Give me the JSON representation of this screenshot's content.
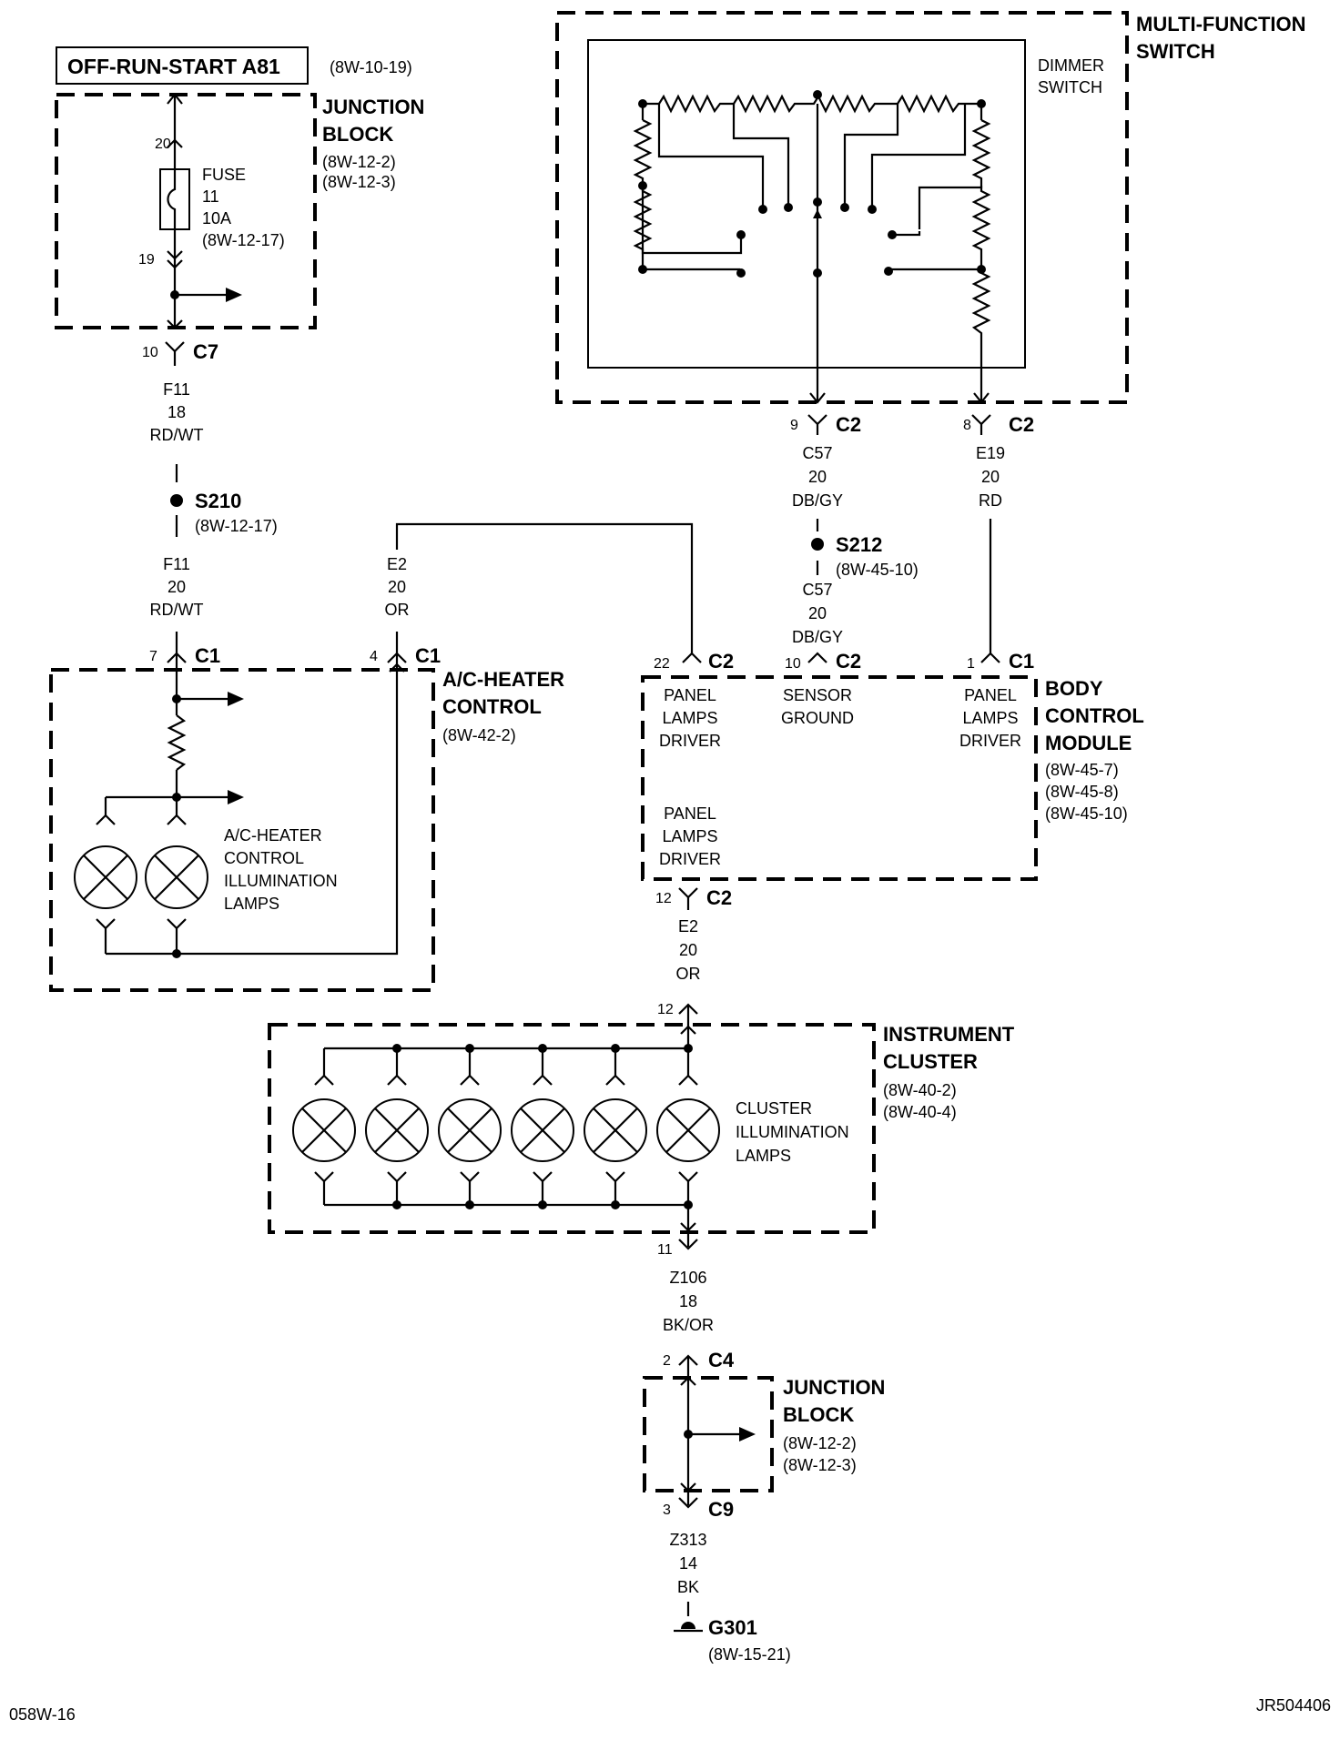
{
  "ignition": {
    "title": "OFF-RUN-START A81",
    "ref": "(8W-10-19)"
  },
  "junction_block_top": {
    "title_1": "JUNCTION",
    "title_2": "BLOCK",
    "ref_1": "(8W-12-2)",
    "ref_2": "(8W-12-3)",
    "pin_in": "20",
    "pin_out": "19",
    "fuse_1": "FUSE",
    "fuse_2": "11",
    "fuse_3": "10A",
    "fuse_4": "(8W-12-17)",
    "out_pin": "10",
    "out_conn": "C7"
  },
  "wire_f11_a": {
    "circuit": "F11",
    "gauge": "18",
    "color": "RD/WT"
  },
  "splice_s210": {
    "name": "S210",
    "ref": "(8W-12-17)"
  },
  "wire_f11_b": {
    "circuit": "F11",
    "gauge": "20",
    "color": "RD/WT"
  },
  "wire_e2_a": {
    "circuit": "E2",
    "gauge": "20",
    "color": "OR"
  },
  "ac_heater": {
    "title_1": "A/C-HEATER",
    "title_2": "CONTROL",
    "ref": "(8W-42-2)",
    "pin_1": "7",
    "conn_1": "C1",
    "pin_2": "4",
    "conn_2": "C1",
    "lamps_1": "A/C-HEATER",
    "lamps_2": "CONTROL",
    "lamps_3": "ILLUMINATION",
    "lamps_4": "LAMPS"
  },
  "multifunction": {
    "title_1": "MULTI-FUNCTION",
    "title_2": "SWITCH",
    "dimmer_1": "DIMMER",
    "dimmer_2": "SWITCH",
    "pin_a": "9",
    "conn_a": "C2",
    "pin_b": "8",
    "conn_b": "C2"
  },
  "wire_c57_a": {
    "circuit": "C57",
    "gauge": "20",
    "color": "DB/GY"
  },
  "wire_e19": {
    "circuit": "E19",
    "gauge": "20",
    "color": "RD"
  },
  "splice_s212": {
    "name": "S212",
    "ref": "(8W-45-10)"
  },
  "wire_c57_b": {
    "circuit": "C57",
    "gauge": "20",
    "color": "DB/GY"
  },
  "bcm": {
    "title_1": "BODY",
    "title_2": "CONTROL",
    "title_3": "MODULE",
    "ref_1": "(8W-45-7)",
    "ref_2": "(8W-45-8)",
    "ref_3": "(8W-45-10)",
    "pin_22": "22",
    "conn_22": "C2",
    "pin_10": "10",
    "conn_10": "C2",
    "pin_1": "1",
    "conn_1": "C1",
    "pin_12": "12",
    "conn_12": "C2",
    "pld_a1": "PANEL",
    "pld_a2": "LAMPS",
    "pld_a3": "DRIVER",
    "sg_1": "SENSOR",
    "sg_2": "GROUND",
    "pld_b1": "PANEL",
    "pld_b2": "LAMPS",
    "pld_b3": "DRIVER",
    "pld_c1": "PANEL",
    "pld_c2": "LAMPS",
    "pld_c3": "DRIVER"
  },
  "wire_e2_b": {
    "circuit": "E2",
    "gauge": "20",
    "color": "OR"
  },
  "cluster": {
    "title_1": "INSTRUMENT",
    "title_2": "CLUSTER",
    "ref_1": "(8W-40-2)",
    "ref_2": "(8W-40-4)",
    "pin_in": "12",
    "pin_out": "11",
    "lamps_1": "CLUSTER",
    "lamps_2": "ILLUMINATION",
    "lamps_3": "LAMPS"
  },
  "wire_z106": {
    "circuit": "Z106",
    "gauge": "18",
    "color": "BK/OR"
  },
  "junction_block_bottom": {
    "title_1": "JUNCTION",
    "title_2": "BLOCK",
    "ref_1": "(8W-12-2)",
    "ref_2": "(8W-12-3)",
    "pin_in": "2",
    "conn_in": "C4",
    "pin_out": "3",
    "conn_out": "C9"
  },
  "wire_z313": {
    "circuit": "Z313",
    "gauge": "14",
    "color": "BK"
  },
  "ground_g301": {
    "name": "G301",
    "ref": "(8W-15-21)"
  },
  "footer": {
    "left": "058W-16",
    "right": "JR504406"
  }
}
